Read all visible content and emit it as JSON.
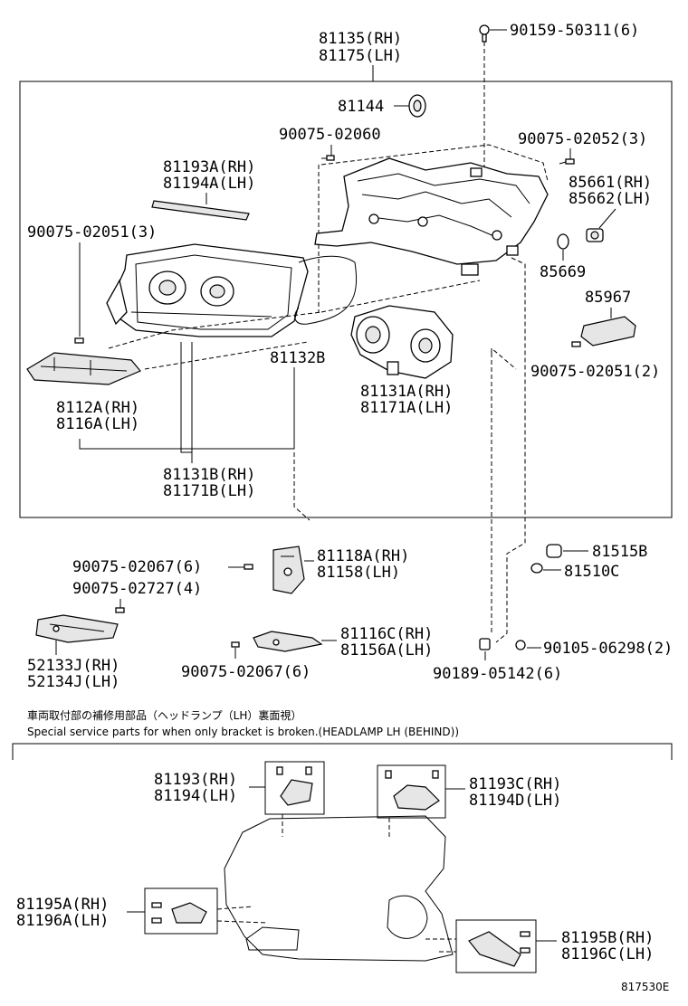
{
  "labels": {
    "p81135": "81135(RH)",
    "p81175": "81175(LH)",
    "p90159": "90159-50311(6)",
    "p81144": "81144",
    "p90075_02060": "90075-02060",
    "p90075_02052": "90075-02052(3)",
    "p81193A": "81193A(RH)",
    "p81194A": "81194A(LH)",
    "p85661": "85661(RH)",
    "p85662": "85662(LH)",
    "p90075_02051_3": "90075-02051(3)",
    "p85669": "85669",
    "p85967": "85967",
    "p81132B": "81132B",
    "p90075_02051_2": "90075-02051(2)",
    "p8112A": "8112A(RH)",
    "p8116A": "8116A(LH)",
    "p81131A": "81131A(RH)",
    "p81171A": "81171A(LH)",
    "p81131B": "81131B(RH)",
    "p81171B": "81171B(LH)",
    "p90075_02067_a": "90075-02067(6)",
    "p81118A": "81118A(RH)",
    "p81158": "81158(LH)",
    "p81515B": "81515B",
    "p81510C": "81510C",
    "p90075_02727": "90075-02727(4)",
    "p52133J": "52133J(RH)",
    "p52134J": "52134J(LH)",
    "p81116C": "81116C(RH)",
    "p81156A": "81156A(LH)",
    "p90105": "90105-06298(2)",
    "p90075_02067_b": "90075-02067(6)",
    "p90189": "90189-05142(6)",
    "p81193": "81193(RH)",
    "p81194": "81194(LH)",
    "p81193C": "81193C(RH)",
    "p81194D": "81194D(LH)",
    "p81195A": "81195A(RH)",
    "p81196A": "81196A(LH)",
    "p81195B": "81195B(RH)",
    "p81196C": "81196C(LH)"
  },
  "notes": {
    "jp": "車両取付部の補修用部品（ヘッドランプ（LH）裏面視）",
    "en": "Special service parts for when only bracket is broken.(HEADLAMP LH (BEHIND))"
  },
  "figure_id": "817530E"
}
